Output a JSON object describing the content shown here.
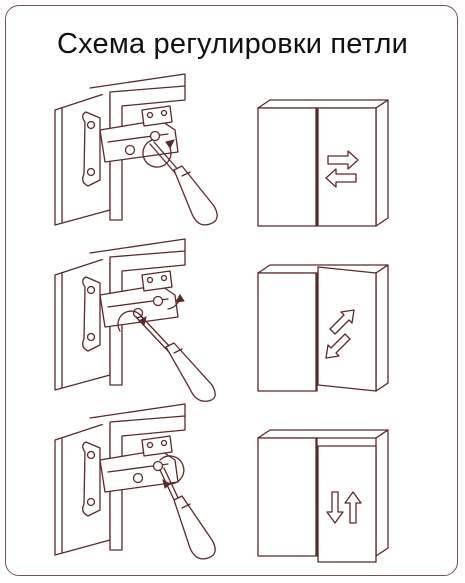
{
  "title": "Схема регулировки петли",
  "colors": {
    "line": "#5a2a2a",
    "frame": "#7a5050",
    "text": "#111111"
  },
  "steps": [
    {
      "adjustment": "horizontal",
      "arrow_icon": "left-right-arrows-icon"
    },
    {
      "adjustment": "depth",
      "arrow_icon": "diagonal-arrows-icon"
    },
    {
      "adjustment": "vertical",
      "arrow_icon": "up-down-arrows-icon"
    }
  ]
}
